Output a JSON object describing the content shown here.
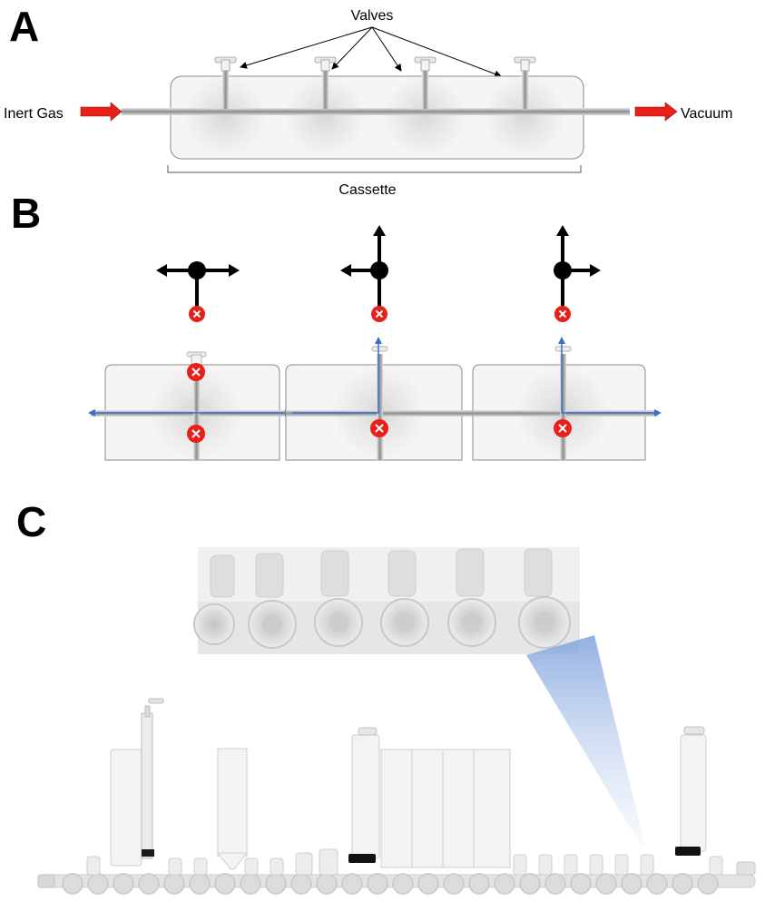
{
  "panels": {
    "a": {
      "letter": "A",
      "valves_label": "Valves",
      "inlet_label": "Inert Gas",
      "outlet_label": "Vacuum",
      "cassette_label": "Cassette",
      "valve_count": 4
    },
    "b": {
      "letter": "B",
      "valve_count": 3
    },
    "c": {
      "letter": "C"
    }
  },
  "colors": {
    "flow_arrow": "#e8201a",
    "flow_path": "#3b6fc4",
    "blocked_marker": "#e8201a",
    "tube": "#a9a9a9",
    "cassette_fill": "#f4f4f4",
    "cassette_stroke": "#8a8a8a",
    "zoom_beam": "#8fb0e0"
  }
}
